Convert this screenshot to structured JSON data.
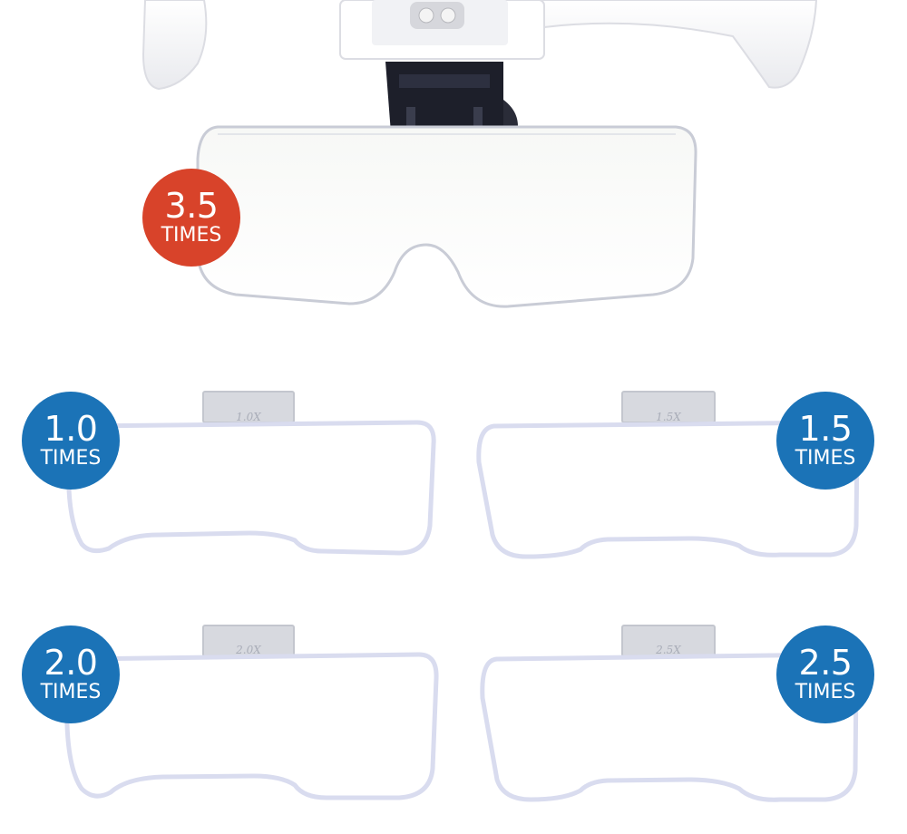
{
  "headset": {
    "lens_magnification": "3.5",
    "lens_unit": "TIMES"
  },
  "lenses": [
    {
      "badge_number": "1.0",
      "badge_unit": "TIMES",
      "tab_label": "1.0X"
    },
    {
      "badge_number": "1.5",
      "badge_unit": "TIMES",
      "tab_label": "1.5X"
    },
    {
      "badge_number": "2.0",
      "badge_unit": "TIMES",
      "tab_label": "2.0X"
    },
    {
      "badge_number": "2.5",
      "badge_unit": "TIMES",
      "tab_label": "2.5X"
    }
  ],
  "colors": {
    "accent_red": "#d8432a",
    "accent_blue": "#1b73b7",
    "lens_outline": "#d9dcef",
    "tab_fill": "#d7d9df"
  }
}
